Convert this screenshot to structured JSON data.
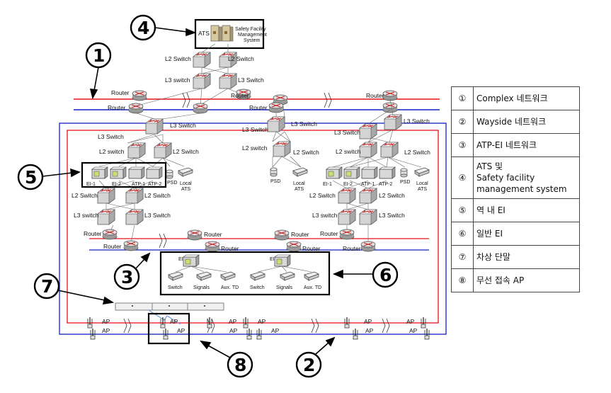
{
  "legend": [
    {
      "num": "①",
      "text": "Complex 네트워크"
    },
    {
      "num": "②",
      "text": "Wayside 네트워크"
    },
    {
      "num": "③",
      "text": "ATP-EI 네트워크"
    },
    {
      "num": "④",
      "text": "ATS 및\nSafety facility\nmanagement system"
    },
    {
      "num": "⑤",
      "text": "역 내 EI"
    },
    {
      "num": "⑥",
      "text": "일반 EI"
    },
    {
      "num": "⑦",
      "text": "차상 단말"
    },
    {
      "num": "⑧",
      "text": "무선 접속 AP"
    }
  ],
  "callouts": [
    "4",
    "1",
    "5",
    "3",
    "6",
    "7",
    "8",
    "2"
  ],
  "labels": {
    "ats": "ATS",
    "sfms": [
      "Safety Facility",
      "Management",
      "System"
    ],
    "l2_switch": "L2 Switch",
    "l2_switch_lc": "L2 switch",
    "l3_switch": "L3 Switch",
    "l3_switch_lc": "L3 switch",
    "router": "Router",
    "psd": "PSD",
    "local_ats": [
      "Local",
      "ATS"
    ],
    "ei": "EI",
    "ei1": "EI-1",
    "ei2": "EI-2",
    "atp1": "ATP-1",
    "atp2": "ATP-2",
    "switch": "Switch",
    "signals": "Signals",
    "aux_td": "Aux. TD",
    "ap": "AP"
  },
  "colors": {
    "red_net": "#e8101a",
    "blue_net": "#1420c8",
    "switch_body": "#c8c8c8"
  }
}
